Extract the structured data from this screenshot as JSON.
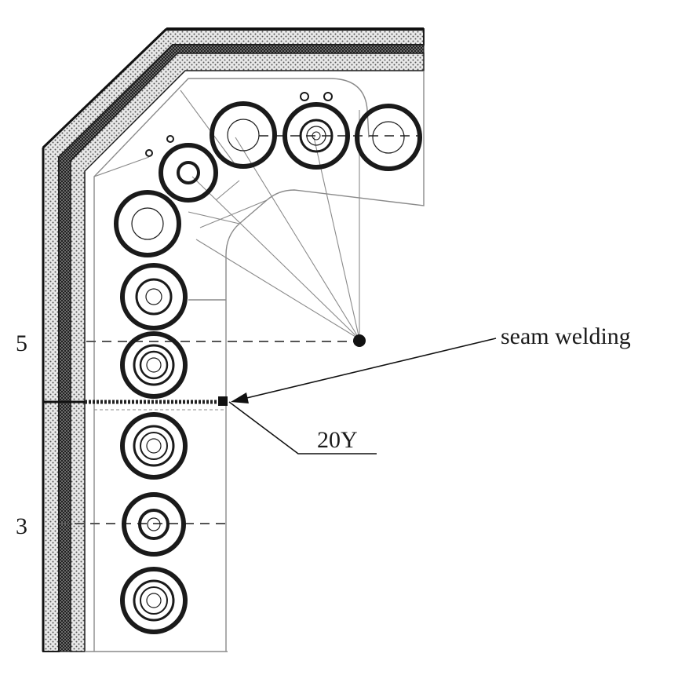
{
  "labels": {
    "row_5": "5",
    "row_3": "3",
    "seam_welding": "seam welding",
    "part_code": "20Y"
  },
  "colors": {
    "ink": "#1a1a1a",
    "wall_hatch": "#666666",
    "thin_line": "#8a8a8a",
    "background": "#ffffff"
  }
}
